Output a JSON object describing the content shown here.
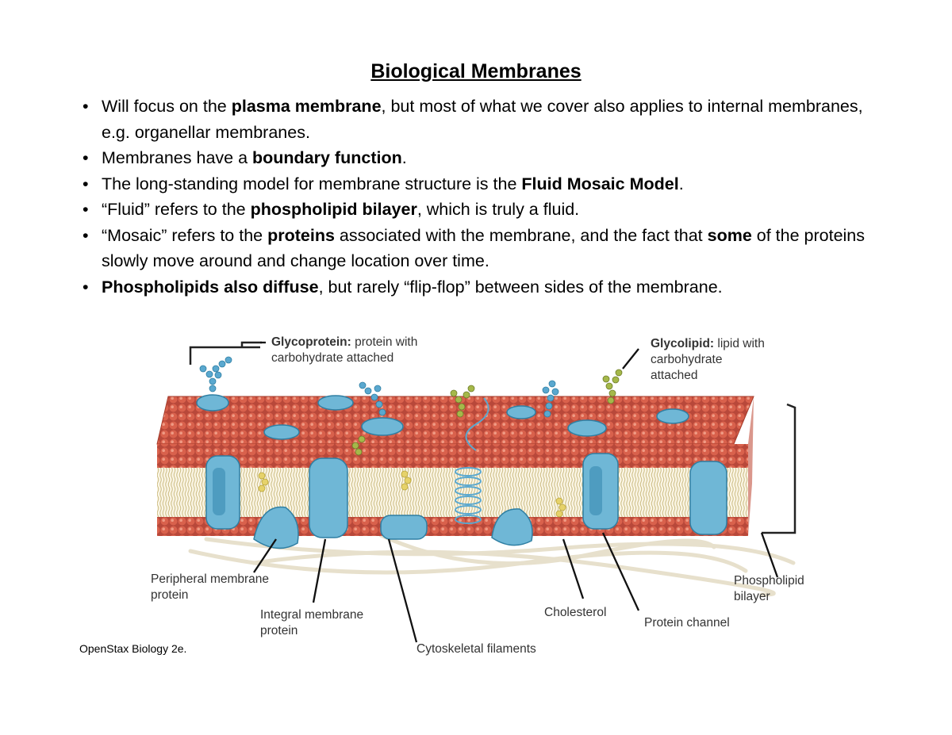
{
  "title": "Biological Membranes",
  "bullets": [
    {
      "parts": [
        {
          "t": "Will focus on the "
        },
        {
          "t": "plasma membrane",
          "b": true
        },
        {
          "t": ", but most of what we cover also applies to internal membranes, e.g. organellar membranes."
        }
      ]
    },
    {
      "parts": [
        {
          "t": "Membranes have a "
        },
        {
          "t": "boundary function",
          "b": true
        },
        {
          "t": "."
        }
      ]
    },
    {
      "parts": [
        {
          "t": "The long-standing model for membrane structure is the "
        },
        {
          "t": "Fluid Mosaic Model",
          "b": true
        },
        {
          "t": "."
        }
      ]
    },
    {
      "parts": [
        {
          "t": "“Fluid” refers to the "
        },
        {
          "t": "phospholipid bilayer",
          "b": true
        },
        {
          "t": ", which is truly a fluid."
        }
      ]
    },
    {
      "parts": [
        {
          "t": "“Mosaic” refers to the "
        },
        {
          "t": "proteins",
          "b": true
        },
        {
          "t": " associated with the membrane, and the fact that "
        },
        {
          "t": "some",
          "b": true
        },
        {
          "t": " of the proteins slowly move around and change location over time."
        }
      ]
    },
    {
      "parts": [
        {
          "t": "Phospholipids also diffuse",
          "b": true
        },
        {
          "t": ", but rarely “flip-flop” between sides of the membrane."
        }
      ]
    }
  ],
  "figure": {
    "glycoprotein_term": "Glycoprotein:",
    "glycoprotein_desc_1": " protein with",
    "glycoprotein_desc_2": "carbohydrate attached",
    "glycolipid_term": "Glycolipid:",
    "glycolipid_desc_1": " lipid with",
    "glycolipid_desc_2": "carbohydrate",
    "glycolipid_desc_3": "attached",
    "peripheral_1": "Peripheral membrane",
    "peripheral_2": "protein",
    "integral_1": "Integral membrane",
    "integral_2": "protein",
    "cytoskeletal": "Cytoskeletal filaments",
    "cholesterol": "Cholesterol",
    "channel": "Protein channel",
    "bilayer_1": "Phospholipid",
    "bilayer_2": "bilayer",
    "colors": {
      "head": "#d9614c",
      "head_dark": "#a63d2c",
      "protein": "#6fb7d6",
      "protein_dark": "#2f7fa3",
      "carb_blue": "#5aa8cf",
      "carb_green": "#a5b84a",
      "cholesterol": "#e6d26a",
      "filament": "#ece6d6"
    }
  },
  "credit": "OpenStax Biology 2e."
}
